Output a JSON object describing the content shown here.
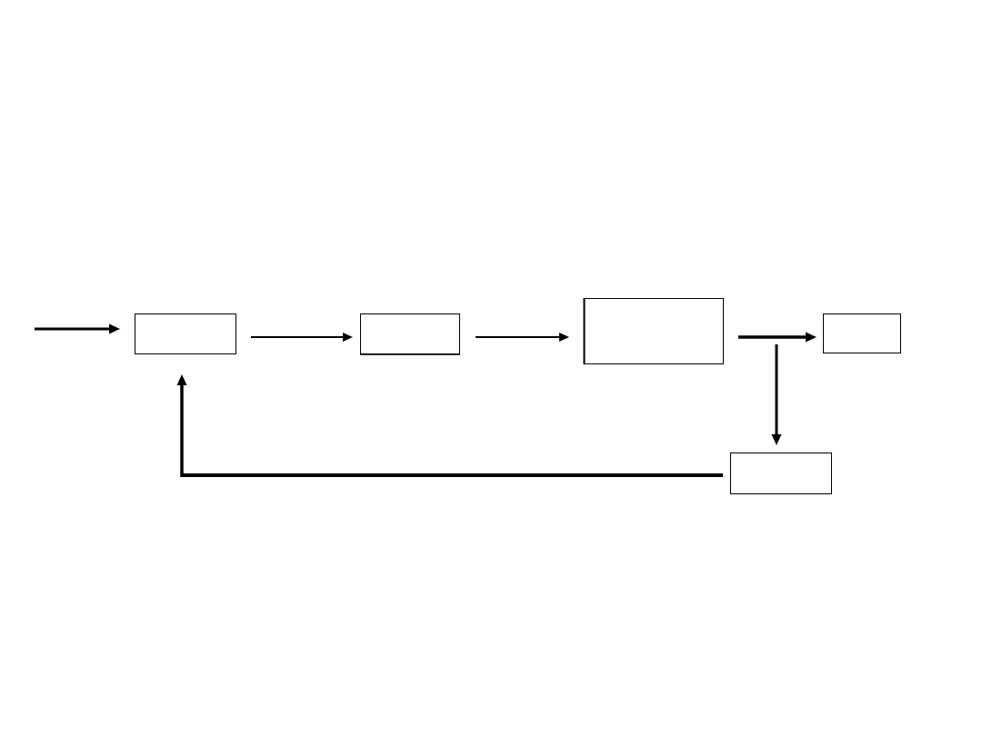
{
  "diagram": {
    "kind": "feedback-loop block diagram",
    "colors": {
      "line": "#000000",
      "block_fill": "#ffffff",
      "background": "#ffffff"
    },
    "blocks": [
      {
        "id": "block-1",
        "label": ""
      },
      {
        "id": "block-2",
        "label": ""
      },
      {
        "id": "block-3",
        "label": ""
      },
      {
        "id": "block-4",
        "label": ""
      },
      {
        "id": "block-5",
        "label": ""
      }
    ],
    "connections": [
      {
        "from": "input",
        "to": "block-1"
      },
      {
        "from": "block-1",
        "to": "block-2"
      },
      {
        "from": "block-2",
        "to": "block-3"
      },
      {
        "from": "block-3",
        "to": "block-4"
      },
      {
        "from": "block-3-output",
        "to": "block-5"
      },
      {
        "from": "block-5",
        "to": "block-1",
        "type": "feedback"
      }
    ]
  }
}
